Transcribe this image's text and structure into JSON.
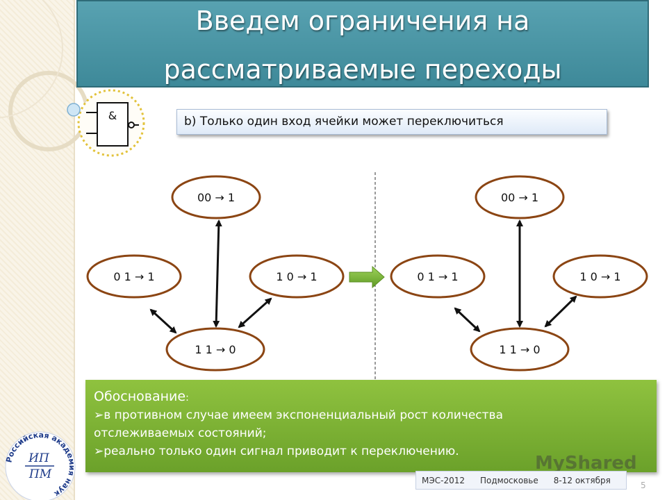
{
  "title": {
    "line1": "Введем ограничения на",
    "line2": "рассматриваемые переходы"
  },
  "gate_symbol": "&",
  "subtitle": "b) Только один вход ячейки может переключиться",
  "diagram_left": {
    "node_top": "00 → 1",
    "node_left": "0 1 → 1",
    "node_right": "1 0 → 1",
    "node_bottom": "1 1 → 0"
  },
  "diagram_right": {
    "node_top": "00 → 1",
    "node_left": "0 1 → 1",
    "node_right": "1 0 → 1",
    "node_bottom": "1 1 → 0"
  },
  "note": {
    "heading": "Обоснование",
    "heading_colon": ":",
    "bullets": [
      "в противном случае имеем экспоненциальный рост количества",
      "отслеживаемых состояний;",
      "реально только один сигнал приводит к переключению."
    ]
  },
  "footer": {
    "conf": "МЭС-2012",
    "place": "Подмосковье",
    "dates": "8-12 октября"
  },
  "page_number": "5",
  "logo_text": {
    "ring": "Российская академия наук",
    "inner1": "ИП",
    "inner2": "ПМ"
  },
  "watermark": "MyShared",
  "colors": {
    "title_bg": "#4a95a5",
    "note_bg": "#7cb232",
    "node_border": "#8b4513",
    "arrow_green": "#6ba12a"
  }
}
